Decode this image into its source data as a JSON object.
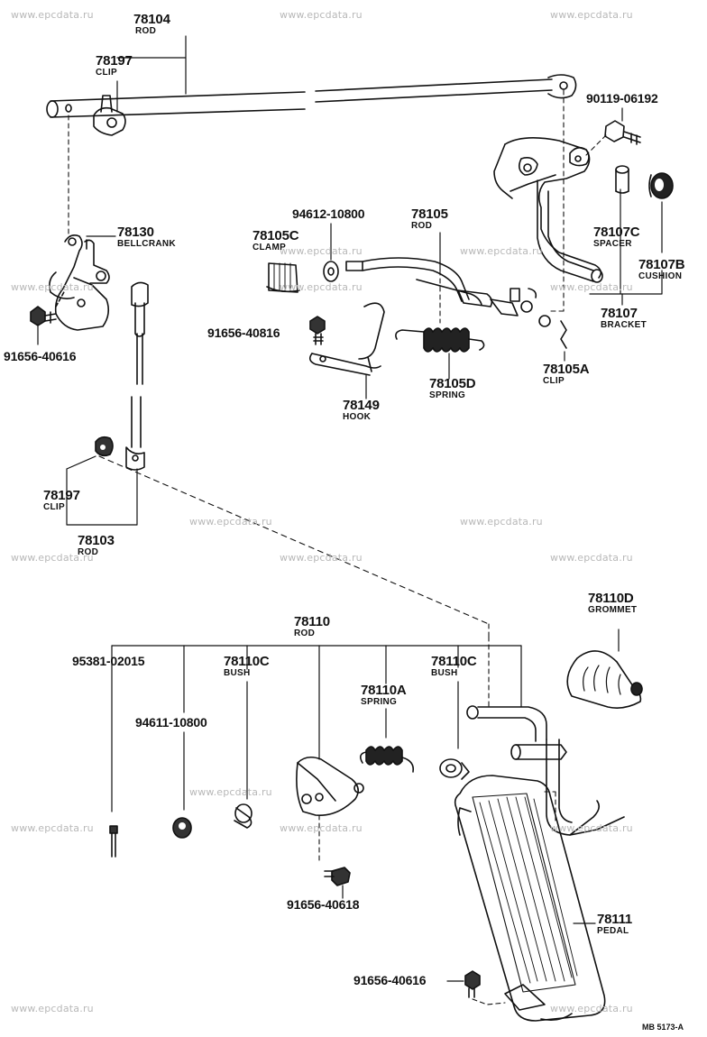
{
  "watermark": "www.epcdata.ru",
  "drawing_code": "MB 5173-A",
  "labels": {
    "p78104": {
      "number": "78104",
      "name": "ROD"
    },
    "p78197_top": {
      "number": "78197",
      "name": "CLIP"
    },
    "p90119": {
      "number": "90119-06192"
    },
    "p78130": {
      "number": "78130",
      "name": "BELLCRANK"
    },
    "p94612": {
      "number": "94612-10800"
    },
    "p78105": {
      "number": "78105",
      "name": "ROD"
    },
    "p78105c": {
      "number": "78105C",
      "name": "CLAMP"
    },
    "p78107c": {
      "number": "78107C",
      "name": "SPACER"
    },
    "p78107b": {
      "number": "78107B",
      "name": "CUSHION"
    },
    "p78107": {
      "number": "78107",
      "name": "BRACKET"
    },
    "p91656_40816": {
      "number": "91656-40816"
    },
    "p91656_40616_top": {
      "number": "91656-40616"
    },
    "p78105a": {
      "number": "78105A",
      "name": "CLIP"
    },
    "p78149": {
      "number": "78149",
      "name": "HOOK"
    },
    "p78105d": {
      "number": "78105D",
      "name": "SPRING"
    },
    "p78197_bottom": {
      "number": "78197",
      "name": "CLIP"
    },
    "p78103": {
      "number": "78103",
      "name": "ROD"
    },
    "p78110d": {
      "number": "78110D",
      "name": "GROMMET"
    },
    "p78110": {
      "number": "78110",
      "name": "ROD"
    },
    "p95381": {
      "number": "95381-02015"
    },
    "p78110c_left": {
      "number": "78110C",
      "name": "BUSH"
    },
    "p78110c_right": {
      "number": "78110C",
      "name": "BUSH"
    },
    "p78110a": {
      "number": "78110A",
      "name": "SPRING"
    },
    "p94611": {
      "number": "94611-10800"
    },
    "p91656_40618": {
      "number": "91656-40618"
    },
    "p78111": {
      "number": "78111",
      "name": "PEDAL"
    },
    "p91656_40616_bottom": {
      "number": "91656-40616"
    }
  }
}
